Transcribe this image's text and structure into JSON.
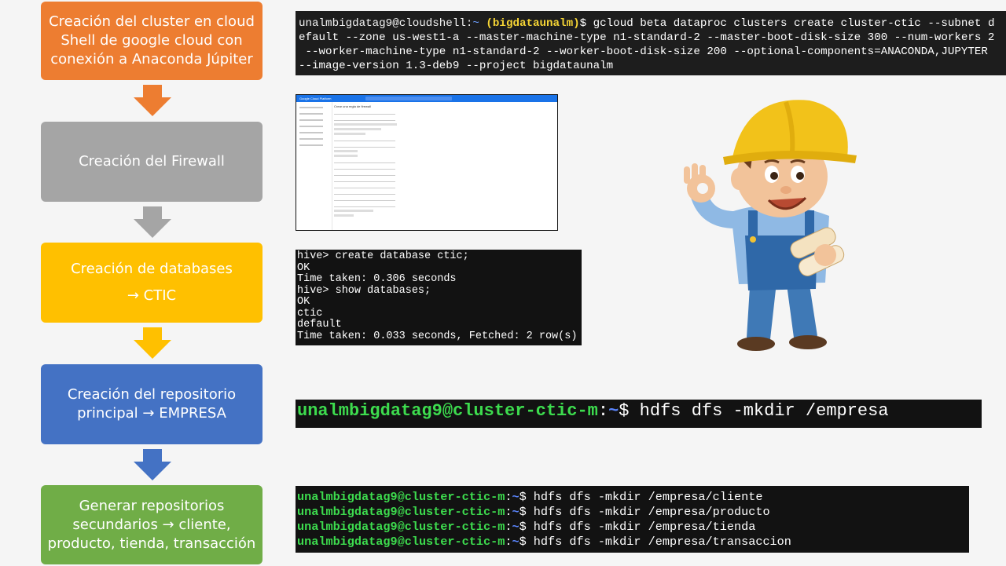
{
  "steps": [
    {
      "lines": [
        "Creación del cluster en cloud",
        "Shell de google cloud con",
        "conexión a Anaconda Júpiter"
      ],
      "color": "#ed7d31"
    },
    {
      "lines": [
        "Creación del Firewall"
      ],
      "color": "#a5a5a5"
    },
    {
      "lines": [
        "Creación de databases",
        "→ CTIC"
      ],
      "color": "#ffc000"
    },
    {
      "lines": [
        "Creación del repositorio",
        "principal → EMPRESA"
      ],
      "color": "#4472c4"
    },
    {
      "lines": [
        "Generar repositorios",
        "secundarios →  cliente,",
        "producto, tienda, transacción"
      ],
      "color": "#70ad47"
    }
  ],
  "terminal_cloudshell": {
    "user": "unalmbigdatag9@cloudshell:",
    "path": "~",
    "project": "(bigdataunalm)",
    "prompt_end": "$ ",
    "line1_cmd": "gcloud beta dataproc clusters create cluster-ctic --subnet d",
    "line2": "efault --zone us-west1-a --master-machine-type n1-standard-2 --master-boot-disk-size 300 --num-workers 2",
    "line3": " --worker-machine-type n1-standard-2 --worker-boot-disk-size 200 --optional-components=ANACONDA,JUPYTER",
    "line4": "--image-version 1.3-deb9 --project bigdataunalm"
  },
  "terminal_hive": {
    "lines": [
      "hive> create database ctic;",
      "OK",
      "Time taken: 0.306 seconds",
      "hive> show databases;",
      "OK",
      "ctic",
      "default",
      "Time taken: 0.033 seconds, Fetched: 2 row(s)"
    ]
  },
  "terminal_empresa": {
    "host": "unalmbigdatag9@cluster-ctic-m",
    "sep": ":",
    "path": "~",
    "cmd": "$ hdfs dfs -mkdir /empresa"
  },
  "terminal_secundarios": {
    "host": "unalmbigdatag9@cluster-ctic-m",
    "sep": ":",
    "path": "~",
    "cmds": [
      "$ hdfs dfs -mkdir /empresa/cliente",
      "$ hdfs dfs -mkdir /empresa/producto",
      "$ hdfs dfs -mkdir /empresa/tienda",
      "$ hdfs dfs -mkdir /empresa/transaccion"
    ]
  },
  "gcp_screenshot": {
    "product": "Google Cloud Platform",
    "page_title": "Crear una regla de firewall"
  },
  "colors": {
    "arrow_orange": "#ed7d31",
    "arrow_gray": "#a5a5a5",
    "arrow_yellow": "#ffc000",
    "arrow_blue": "#4472c4"
  }
}
